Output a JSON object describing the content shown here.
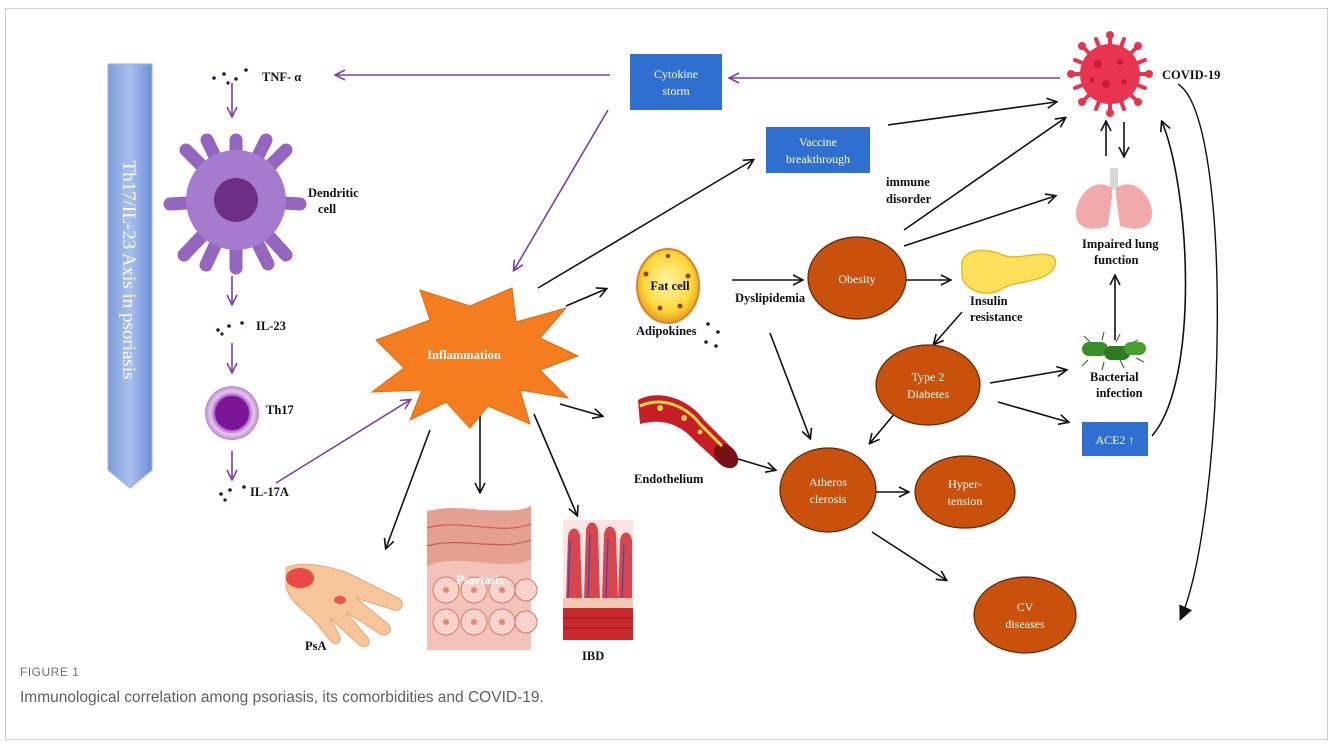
{
  "axis_title": "Th17/IL-23 Axis in psoriasis",
  "labels": {
    "tnf": "TNF- α",
    "dendritic_1": "Dendritic",
    "dendritic_2": "cell",
    "il23": "IL-23",
    "th17": "Th17",
    "il17a": "IL-17A",
    "inflammation": "Inflammation",
    "cytokine_1": "Cytokine",
    "cytokine_2": "storm",
    "vaccine_1": "Vaccine",
    "vaccine_2": "breakthrough",
    "covid": "COVID-19",
    "immune_1": "immune",
    "immune_2": "disorder",
    "fat_cell": "Fat cell",
    "adipokines": "Adipokines",
    "dyslipidemia": "Dyslipidemia",
    "obesity": "Obesity",
    "insulin_1": "Insulin",
    "insulin_2": "resistance",
    "lung_1": "Impaired lung",
    "lung_2": "function",
    "t2d_1": "Type 2",
    "t2d_2": "Diabetes",
    "bacterial_1": "Bacterial",
    "bacterial_2": "infection",
    "ace2": "ACE2 ↑",
    "endothelium": "Endothelium",
    "athero_1": "Atheros",
    "athero_2": "clerosis",
    "hyper_1": "Hyper-",
    "hyper_2": "tension",
    "cv_1": "CV",
    "cv_2": "diseases",
    "psa": "PsA",
    "psoriasis": "Psoriasis",
    "ibd": "IBD"
  },
  "caption": {
    "tag": "FIGURE 1",
    "text": "Immunological correlation among psoriasis, its comorbidities and COVID-19."
  },
  "colors": {
    "purple_arrow": "#7b3fa8",
    "blue_box": "#2e6fcf",
    "orange_oval": "#c9510c",
    "burst": "#f57c1f",
    "covid": "#e8344e"
  }
}
